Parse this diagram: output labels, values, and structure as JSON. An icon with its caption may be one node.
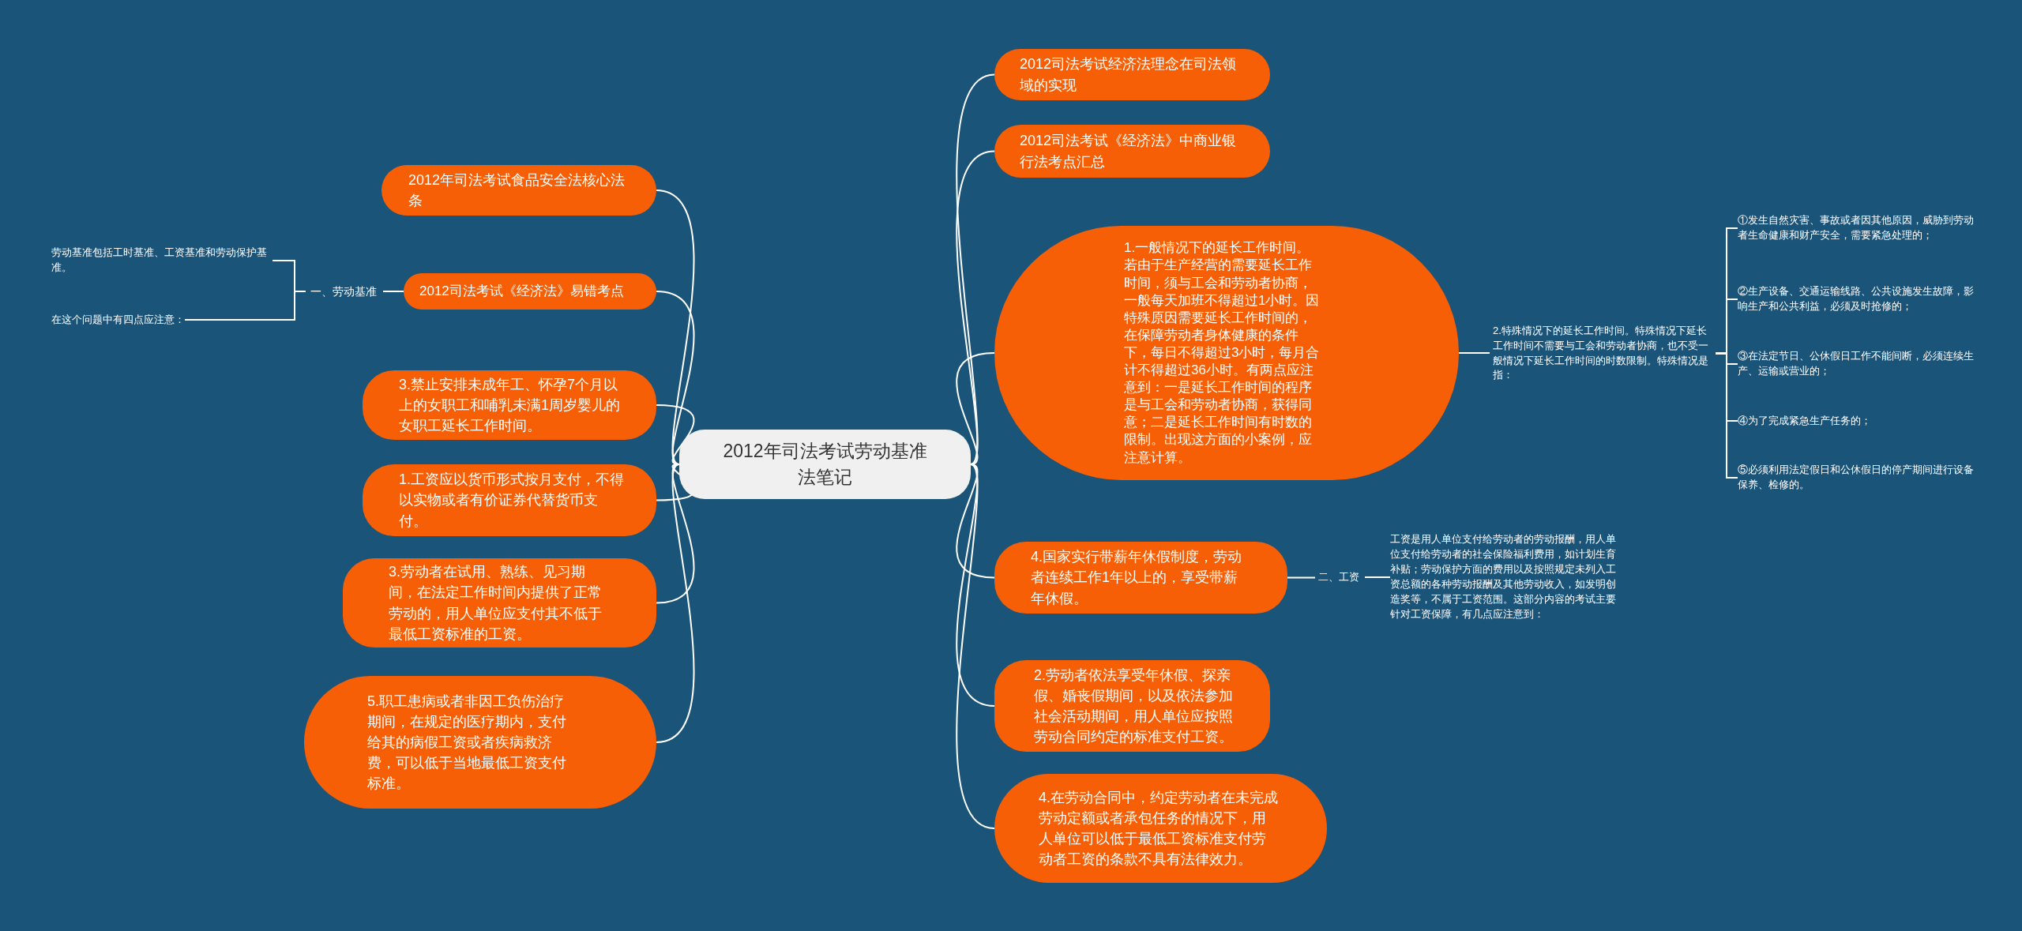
{
  "diagram": {
    "nodes": [
      {
        "text": [
          "2012年司法考试劳动基准法笔记"
        ]
      },
      {
        "text": [
          "2012年司法考试食品安全法核心法条"
        ]
      },
      {
        "text": [
          "2012司法考试《经济法》易错考点"
        ]
      },
      {
        "text": [
          "一、劳动基准"
        ]
      },
      {
        "text": [
          "劳动基准包括工时基准、工资基准和劳动保护基准。"
        ]
      },
      {
        "text": [
          "在这个问题中有四点应注意："
        ]
      },
      {
        "text": [
          "3.禁止安排未成年工、怀孕7个月以上的女职工和哺乳未满1周岁婴儿的女职工延长工作时间。"
        ]
      },
      {
        "text": [
          "1.工资应以货币形式按月支付，不得以实物或者有价证券代替货币支付。"
        ]
      },
      {
        "text": [
          "3.劳动者在试用、熟练、见习期间，在法定工作时间内提供了正常劳动的，用人单位应支付其不低于最低工资标准的工资。"
        ]
      },
      {
        "text": [
          "5.职工患病或者非因工负伤治疗期间，在规定的医疗期内，支付给其的病假工资或者疾病救济费，可以低于当地最低工资支付标准。"
        ]
      },
      {
        "text": [
          "2012司法考试经济法理念在司法领域的实现"
        ]
      },
      {
        "text": [
          "2012司法考试《经济法》中商业银行法考点汇总"
        ]
      },
      {
        "text": [
          "1.一般情况下的延长工作时间。若由于生产经营的需要延长工作时间，须与工会和劳动者协商，一般每天加班不得超过1小时。因特殊原因需要延长工作时间的，在保障劳动者身体健康的条件下，每日不得超过3小时，每月合计不得超过36小时。有两点应注意到：一是延长工作时间的程序是与工会和劳动者协商，获得同意；二是延长工作时间有时数的限制。出现这方面的小案例，应注意计算。"
        ]
      },
      {
        "text": [
          "2.特殊情况下的延长工作时间。特殊情况下延长工作时间不需要与工会和劳动者协商，也不受一般情况下延长工作时间的时数限制。特殊情况是指："
        ]
      },
      {
        "text": [
          "①发生自然灾害、事故或者因其他原因，威胁到劳动者生命健康和财产安全，需要紧急处理的；"
        ]
      },
      {
        "text": [
          "②生产设备、交通运输线路、公共设施发生故障，影响生产和公共利益，必须及时抢修的；"
        ]
      },
      {
        "text": [
          "③在法定节日、公休假日工作不能间断，必须连续生产、运输或营业的；"
        ]
      },
      {
        "text": [
          "④为了完成紧急生产任务的；"
        ]
      },
      {
        "text": [
          "⑤必须利用法定假日和公休假日的停产期间进行设备保养、检修的。"
        ]
      },
      {
        "text": [
          "4.国家实行带薪年休假制度，劳动者连续工作1年以上的，享受带薪年休假。"
        ]
      },
      {
        "text": [
          "二、工资"
        ]
      },
      {
        "text": [
          "工资是用人单位支付给劳动者的劳动报酬，用人单位支付给劳动者的社会保险福利费用，如计划生育补贴；劳动保护方面的费用以及按照规定未列入工资总额的各种劳动报酬及其他劳动收入，如发明创造奖等，不属于工资范围。这部分内容的考试主要针对工资保障，有几点应注意到："
        ]
      },
      {
        "text": [
          "2.劳动者依法享受年休假、探亲假、婚丧假期间，以及依法参加社会活动期间，用人单位应按照劳动合同约定的标准支付工资。"
        ]
      },
      {
        "text": [
          "4.在劳动合同中，约定劳动者在未完成劳动定额或者承包任务的情况下，用人单位可以低于最低工资标准支付劳动者工资的条款不具有法律效力。"
        ]
      }
    ],
    "edges": [
      {
        "from": 0,
        "to": 1,
        "arrow": "none"
      },
      {
        "from": 0,
        "to": 2,
        "arrow": "none"
      },
      {
        "from": 2,
        "to": 3,
        "arrow": "none"
      },
      {
        "from": 3,
        "to": 4,
        "arrow": "none"
      },
      {
        "from": 3,
        "to": 5,
        "arrow": "none"
      },
      {
        "from": 0,
        "to": 6,
        "arrow": "none"
      },
      {
        "from": 0,
        "to": 7,
        "arrow": "none"
      },
      {
        "from": 0,
        "to": 8,
        "arrow": "none"
      },
      {
        "from": 0,
        "to": 9,
        "arrow": "none"
      },
      {
        "from": 0,
        "to": 10,
        "arrow": "none"
      },
      {
        "from": 0,
        "to": 11,
        "arrow": "none"
      },
      {
        "from": 0,
        "to": 12,
        "arrow": "none"
      },
      {
        "from": 12,
        "to": 13,
        "arrow": "none"
      },
      {
        "from": 13,
        "to": 14,
        "arrow": "none"
      },
      {
        "from": 13,
        "to": 15,
        "arrow": "none"
      },
      {
        "from": 13,
        "to": 16,
        "arrow": "none"
      },
      {
        "from": 13,
        "to": 17,
        "arrow": "none"
      },
      {
        "from": 13,
        "to": 18,
        "arrow": "none"
      },
      {
        "from": 0,
        "to": 19,
        "arrow": "none"
      },
      {
        "from": 19,
        "to": 20,
        "arrow": "none"
      },
      {
        "from": 20,
        "to": 21,
        "arrow": "none"
      },
      {
        "from": 0,
        "to": 22,
        "arrow": "none"
      },
      {
        "from": 0,
        "to": 23,
        "arrow": "none"
      }
    ]
  }
}
